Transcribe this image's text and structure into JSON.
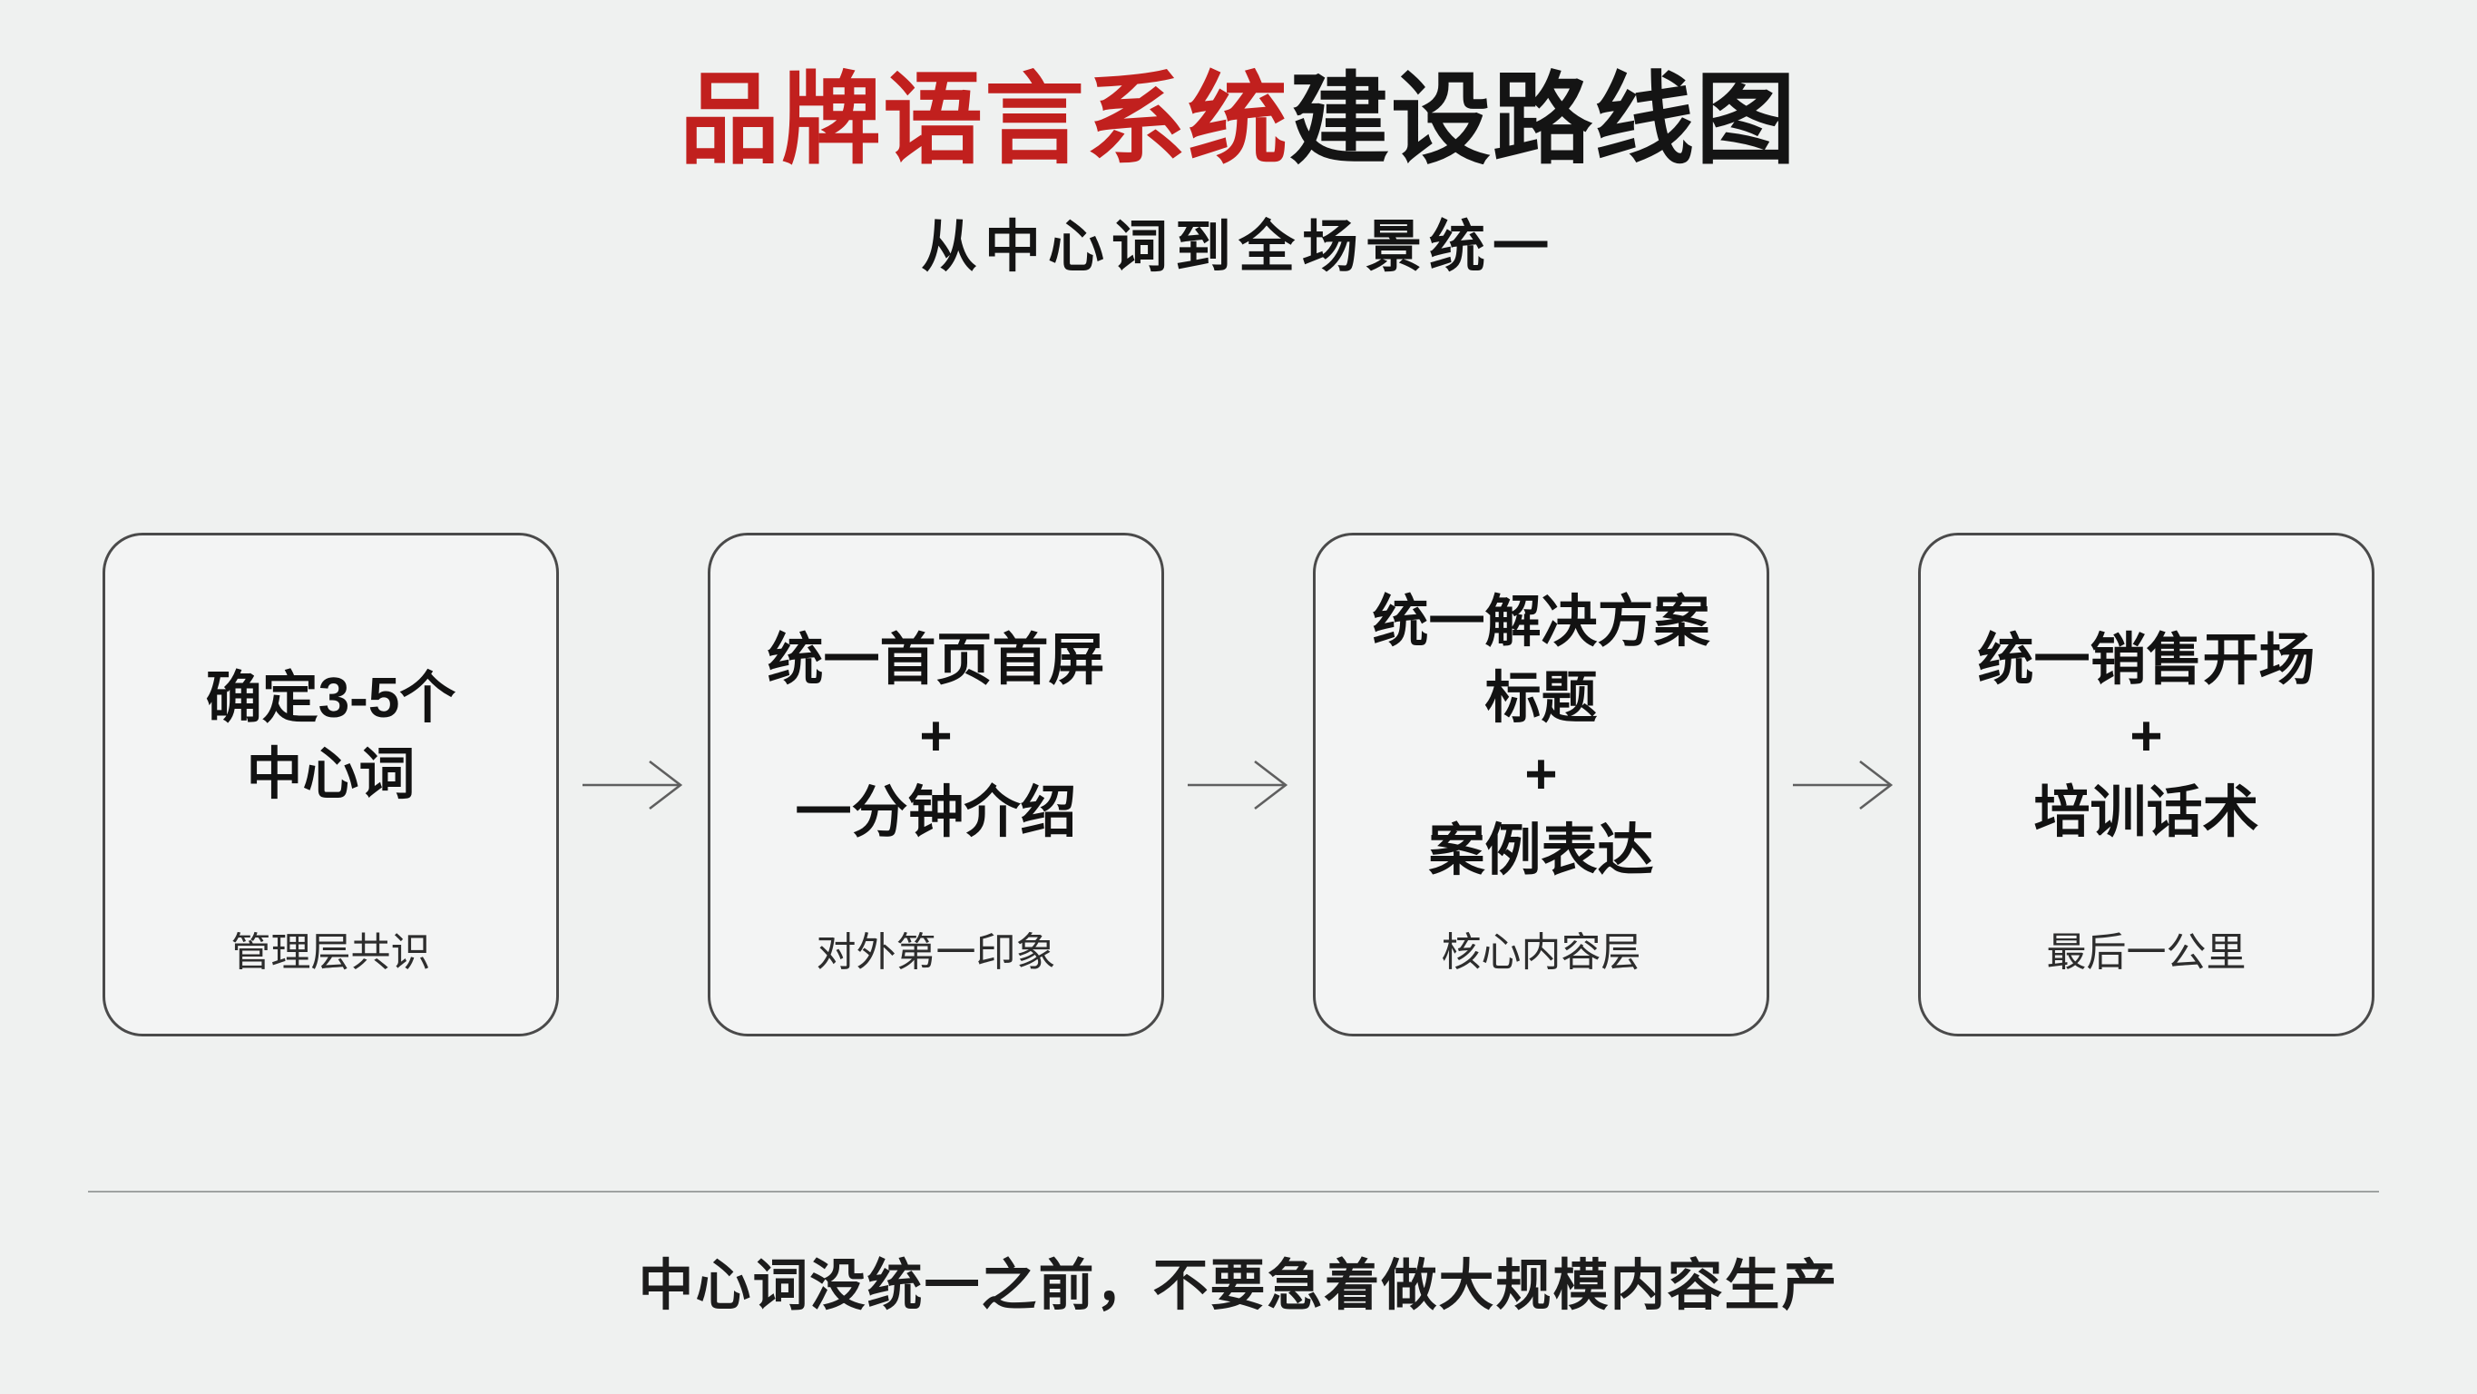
{
  "page": {
    "background": "#eff1f0",
    "accent_red": "#c1201e",
    "border_gray": "#4a4a4a",
    "arrow_gray": "#5f5f5f",
    "divider_gray": "#9fa3a2"
  },
  "header": {
    "title_highlight": "品牌语言系统",
    "title_rest": "建设路线图",
    "subtitle": "从中心词到全场景统一"
  },
  "flow": {
    "arrow_icon": "right-arrow",
    "steps": [
      {
        "lines": [
          "确定3-5个",
          "中心词"
        ],
        "caption": "管理层共识"
      },
      {
        "lines": [
          "统一首页首屏",
          "+",
          "一分钟介绍"
        ],
        "caption": "对外第一印象"
      },
      {
        "lines": [
          "统一解决方案",
          "标题",
          "+",
          "案例表达"
        ],
        "caption": "核心内容层"
      },
      {
        "lines": [
          "统一销售开场",
          "+",
          "培训话术"
        ],
        "caption": "最后一公里"
      }
    ]
  },
  "footer": {
    "note": "中心词没统一之前，不要急着做大规模内容生产"
  }
}
